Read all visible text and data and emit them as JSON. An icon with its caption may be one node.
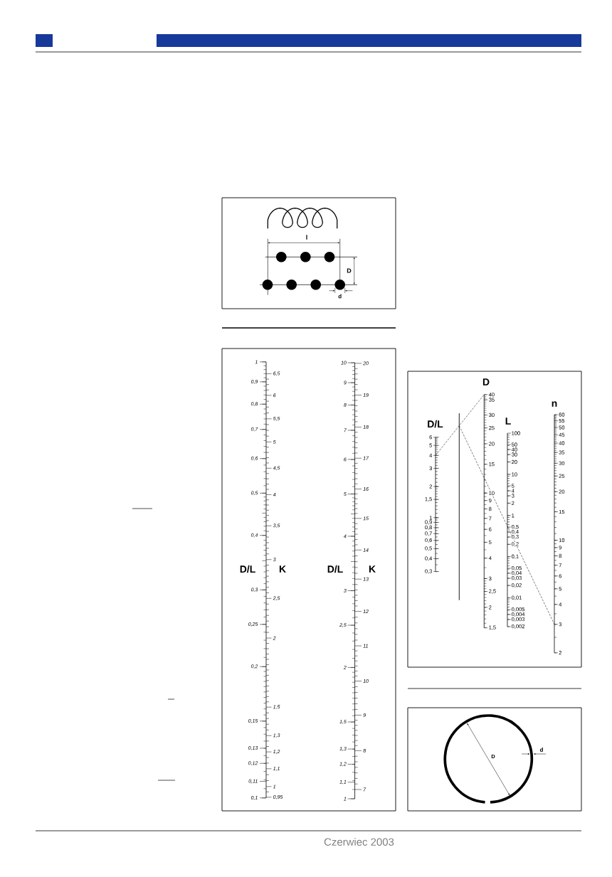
{
  "diagram": {
    "labels": [
      "l",
      "D",
      "d",
      "D/L",
      "1",
      "0,9",
      "0,8",
      "0,7",
      "0,6",
      "0,5",
      "0,4",
      "0,3",
      "0,25",
      "0,2",
      "0,15",
      "0,13",
      "0,12",
      "0,11",
      "0,1",
      "K",
      "6,5",
      "6",
      "5,5",
      "5",
      "4,5",
      "4",
      "3,5",
      "3",
      "2,5",
      "2",
      "1,5",
      "1,3",
      "1,2",
      "1,1",
      "1",
      "0,95",
      "D/L",
      "10",
      "9",
      "8",
      "7",
      "6",
      "5",
      "4",
      "3",
      "2,5",
      "2",
      "1,5",
      "1,3",
      "1,2",
      "1,1",
      "1",
      "K",
      "20",
      "19",
      "18",
      "17",
      "16",
      "15",
      "14",
      "13",
      "12",
      "11",
      "10",
      "9",
      "8",
      "7",
      "D/L",
      "6",
      "5",
      "4",
      "3",
      "2",
      "1,5",
      "1",
      "0,9",
      "0,8",
      "0,7",
      "0,6",
      "0,5",
      "0,4",
      "0,3",
      "D",
      "40",
      "35",
      "30",
      "25",
      "20",
      "15",
      "10",
      "9",
      "8",
      "7",
      "6",
      "5",
      "4",
      "3",
      "2,5",
      "2",
      "1,5",
      "L",
      "100",
      "50",
      "40",
      "30",
      "20",
      "10",
      "5",
      "4",
      "3",
      "2",
      "1",
      "0,5",
      "0,4",
      "0,3",
      "0,2",
      "0,1",
      "0,05",
      "0,04",
      "0,03",
      "0,02",
      "0,01",
      "0,005",
      "0,004",
      "0,003",
      "0,002",
      "n",
      "60",
      "55",
      "50",
      "45",
      "40",
      "35",
      "30",
      "25",
      "20",
      "15",
      "10",
      "9",
      "8",
      "7",
      "6",
      "5",
      "4",
      "3",
      "2",
      "D",
      "d",
      "Czerwiec 2003"
    ]
  }
}
